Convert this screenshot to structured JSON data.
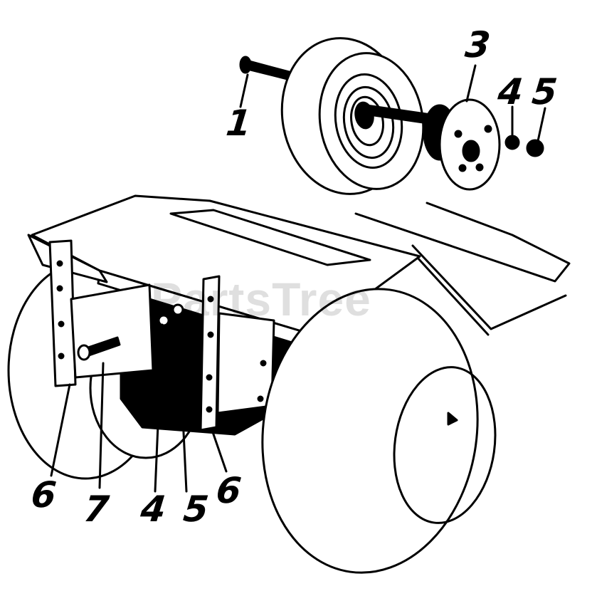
{
  "watermark": "PartsTree",
  "callouts": {
    "c1": "1",
    "c3": "3",
    "c4_top": "4",
    "c5_top": "5",
    "c6_left": "6",
    "c7": "7",
    "c4_bottom": "4",
    "c5_bottom": "5",
    "c6_right": "6"
  },
  "colors": {
    "line": "#000000",
    "fill": "#ffffff"
  }
}
